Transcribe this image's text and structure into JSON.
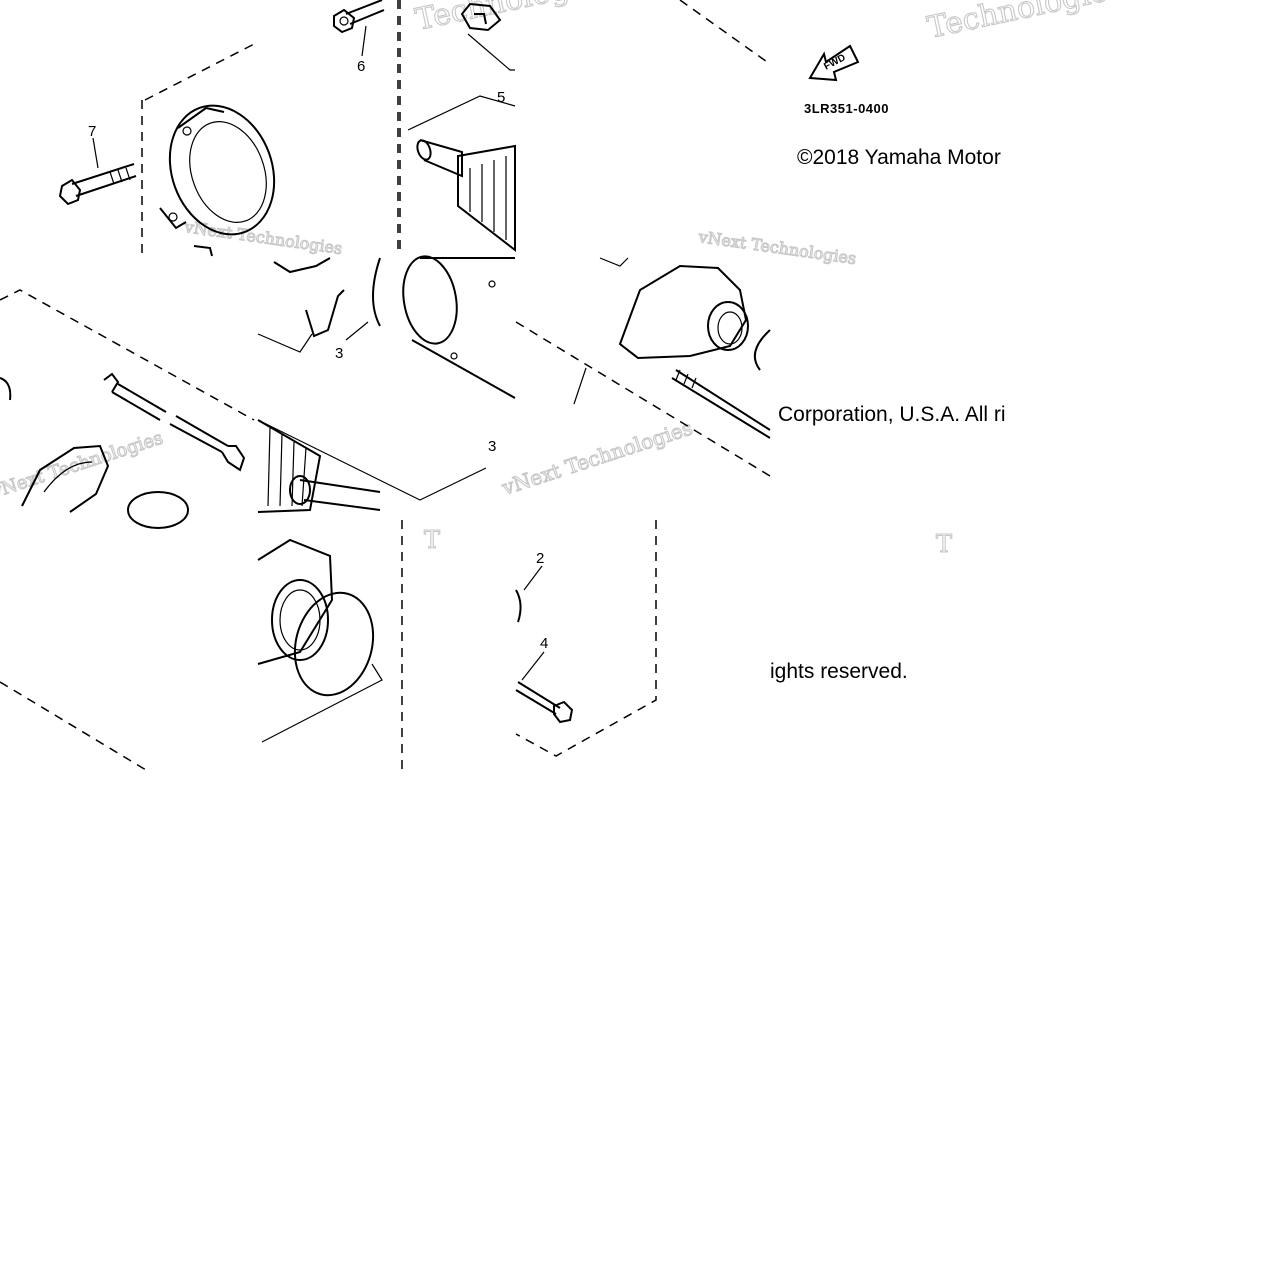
{
  "diagram": {
    "callouts": {
      "c2": "2",
      "c3a": "3",
      "c3b": "3",
      "c4": "4",
      "c5": "5",
      "c6": "6",
      "c7": "7"
    },
    "part_code": "3LR351-0400",
    "fwd_label": "FWD",
    "copyright": {
      "line1": "©2018 Yamaha Motor",
      "line2": "Corporation, U.S.A. All ri",
      "line3": "ights reserved."
    },
    "watermarks": {
      "w1": "Technologies",
      "w2": "Technologies",
      "w3": "vNext Technologies",
      "w4": "vNext Technologies",
      "w5": "vNext Technologies",
      "w6": "vNext Technologies",
      "w7": "T",
      "w8": "T"
    }
  }
}
